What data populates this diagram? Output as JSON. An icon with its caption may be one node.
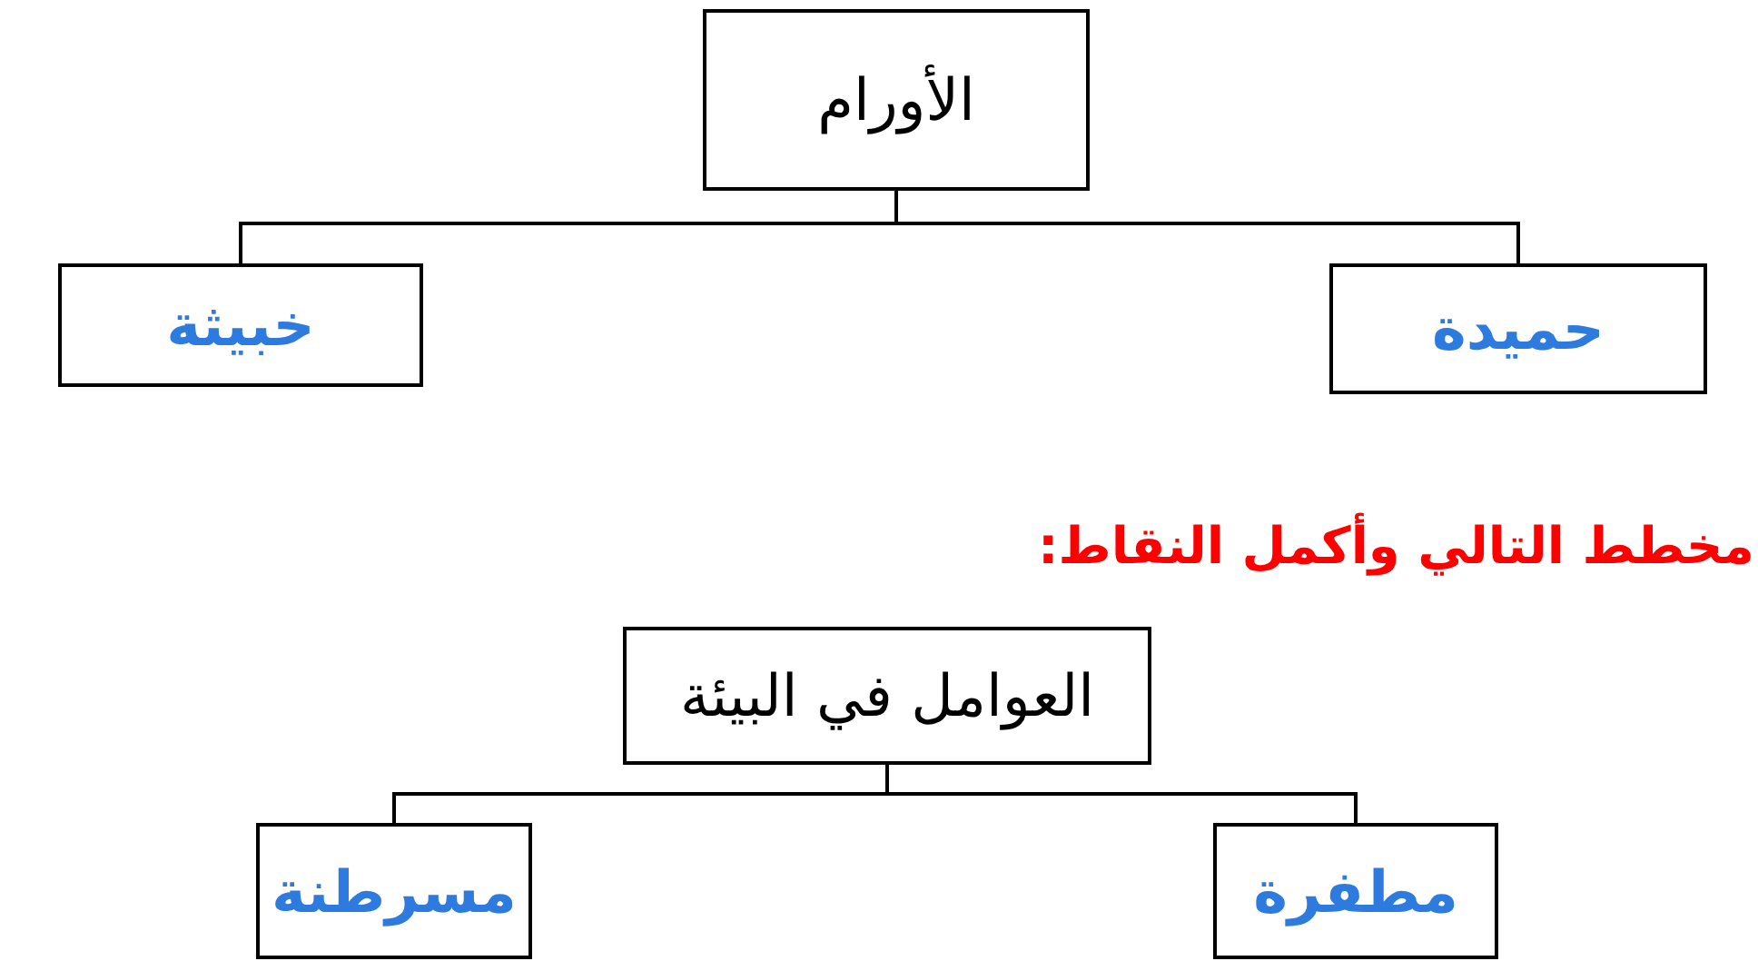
{
  "diagram": {
    "nodes": [
      {
        "text": [
          "الأورام"
        ]
      },
      {
        "text": [
          "خبيثة"
        ]
      },
      {
        "text": [
          "حميدة"
        ]
      },
      {
        "text": [
          "العوامل في البيئة"
        ]
      },
      {
        "text": [
          "مسرطنة"
        ]
      },
      {
        "text": [
          "مطفرة"
        ]
      }
    ],
    "edges": [
      {
        "from": 0,
        "to": 1,
        "arrow": "none"
      },
      {
        "from": 0,
        "to": 2,
        "arrow": "none"
      },
      {
        "from": 3,
        "to": 4,
        "arrow": "none"
      },
      {
        "from": 3,
        "to": 5,
        "arrow": "none"
      }
    ],
    "labels": [
      "مخطط التالي وأكمل النقاط:"
    ]
  }
}
